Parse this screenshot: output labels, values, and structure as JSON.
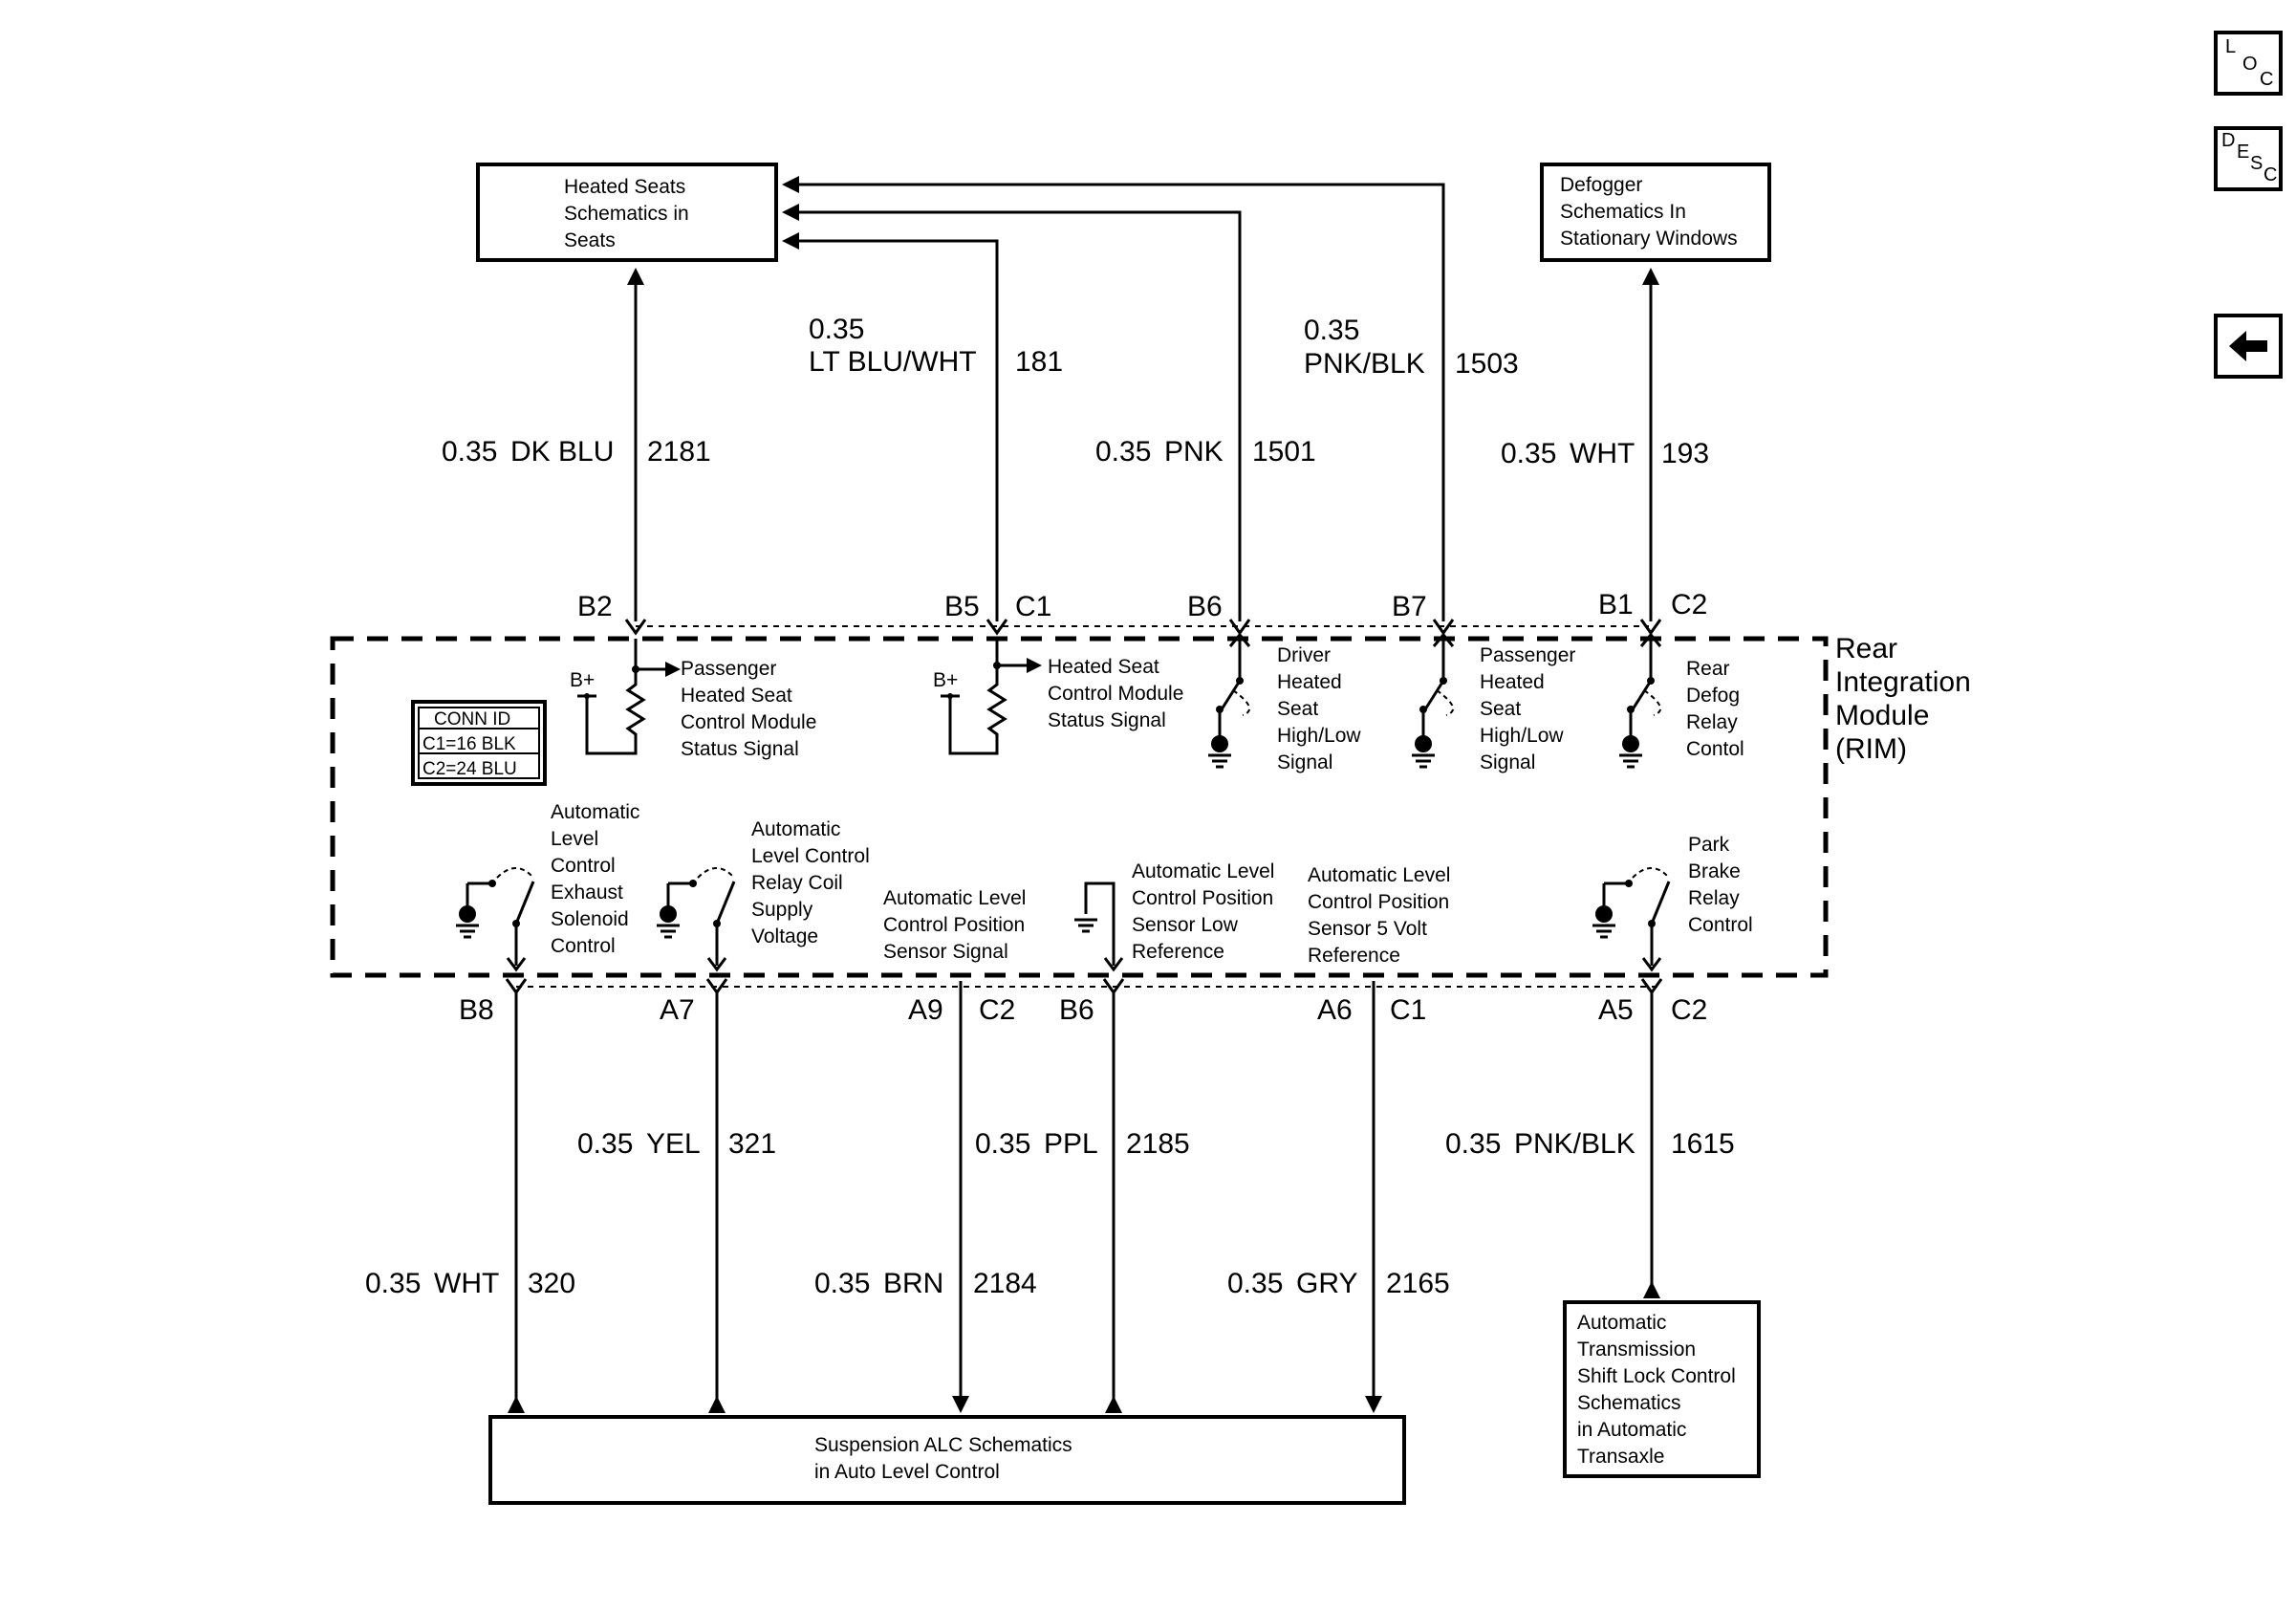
{
  "nav": {
    "loc": [
      "L",
      "O",
      "C"
    ],
    "desc": [
      "D",
      "E",
      "S",
      "C"
    ],
    "back": "back-arrow"
  },
  "boxes": {
    "heated_seats": [
      "Heated Seats",
      "Schematics in",
      "Seats"
    ],
    "defogger": [
      "Defogger",
      "Schematics In",
      "Stationary Windows"
    ],
    "suspension": [
      "Suspension ALC Schematics",
      "in Auto Level Control"
    ],
    "shift_lock": [
      "Automatic",
      "Transmission",
      "Shift Lock Control",
      "Schematics",
      "in Automatic",
      "Transaxle"
    ]
  },
  "module": {
    "name": [
      "Rear",
      "Integration",
      "Module",
      "(RIM)"
    ],
    "conn_id": [
      "CONN ID",
      "C1=16 BLK",
      "C2=24 BLU"
    ],
    "supply": "B+"
  },
  "top_wires": [
    {
      "size": "0.35",
      "color": "DK BLU",
      "circuit": "2181",
      "pin": "B2",
      "conn": ""
    },
    {
      "size": "0.35",
      "color": "LT BLU/WHT",
      "circuit": "181",
      "pin": "B5",
      "conn": "C1"
    },
    {
      "size": "0.35",
      "color": "PNK",
      "circuit": "1501",
      "pin": "B6",
      "conn": ""
    },
    {
      "size": "0.35",
      "color": "PNK/BLK",
      "circuit": "1503",
      "pin": "B7",
      "conn": ""
    },
    {
      "size": "0.35",
      "color": "WHT",
      "circuit": "193",
      "pin": "B1",
      "conn": "C2"
    }
  ],
  "bottom_wires": [
    {
      "size": "0.35",
      "color": "WHT",
      "circuit": "320",
      "pin": "B8",
      "conn": ""
    },
    {
      "size": "0.35",
      "color": "YEL",
      "circuit": "321",
      "pin": "A7",
      "conn": ""
    },
    {
      "size": "0.35",
      "color": "BRN",
      "circuit": "2184",
      "pin": "A9",
      "conn": "C2"
    },
    {
      "size": "0.35",
      "color": "PPL",
      "circuit": "2185",
      "pin": "B6",
      "conn": ""
    },
    {
      "size": "0.35",
      "color": "GRY",
      "circuit": "2165",
      "pin": "A6",
      "conn": "C1"
    },
    {
      "size": "0.35",
      "color": "PNK/BLK",
      "circuit": "1615",
      "pin": "A5",
      "conn": "C2"
    }
  ],
  "internal": {
    "pass_status": [
      "Passenger",
      "Heated Seat",
      "Control Module",
      "Status Signal"
    ],
    "hs_status": [
      "Heated Seat",
      "Control Module",
      "Status Signal"
    ],
    "driver_hs": [
      "Driver",
      "Heated",
      "Seat",
      "High/Low",
      "Signal"
    ],
    "pass_hs": [
      "Passenger",
      "Heated",
      "Seat",
      "High/Low",
      "Signal"
    ],
    "rear_defog": [
      "Rear",
      "Defog",
      "Relay",
      "Contol"
    ],
    "alc_exhaust": [
      "Automatic",
      "Level",
      "Control",
      "Exhaust",
      "Solenoid",
      "Control"
    ],
    "alc_relay": [
      "Automatic",
      "Level Control",
      "Relay Coil",
      "Supply",
      "Voltage"
    ],
    "alc_pos_signal": [
      "Automatic Level",
      "Control Position",
      "Sensor Signal"
    ],
    "alc_pos_low": [
      "Automatic Level",
      "Control Position",
      "Sensor Low",
      "Reference"
    ],
    "alc_pos_5v": [
      "Automatic Level",
      "Control Position",
      "Sensor 5 Volt",
      "Reference"
    ],
    "park_brake": [
      "Park",
      "Brake",
      "Relay",
      "Control"
    ]
  }
}
